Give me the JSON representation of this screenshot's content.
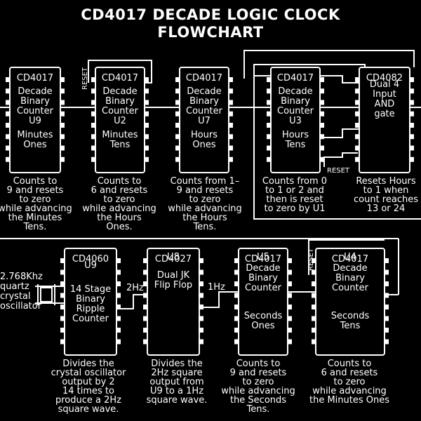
{
  "title": {
    "line1": "CD4017 DECADE LOGIC CLOCK",
    "line2": "FLOWCHART"
  },
  "reset_label": "RESET",
  "freq_2hz": "2Hz",
  "freq_1hz": "1Hz",
  "oscillator_label": [
    "2.768Khz",
    "quartz",
    "crystal",
    "oscillator"
  ],
  "chips": [
    {
      "id": "u9-minutes-ones",
      "part": "CD4017",
      "lines": [
        "Decade",
        "Binary",
        "Counter",
        "U9",
        "Minutes",
        "Ones"
      ],
      "caption": [
        "Counts to",
        "9 and resets",
        "to zero",
        "while advancing",
        "the Minutes",
        "Tens."
      ]
    },
    {
      "id": "u2-minutes-tens",
      "part": "CD4017",
      "lines": [
        "Decade",
        "Binary",
        "Counter",
        "U2",
        "Minutes",
        "Tens"
      ],
      "caption": [
        "Counts to",
        "6 and resets",
        "to zero",
        "while advancing",
        "the Hours",
        "Ones."
      ]
    },
    {
      "id": "u7-hours-ones",
      "part": "CD4017",
      "lines": [
        "Decade",
        "Binary",
        "Counter",
        "U7",
        "Hours",
        "Ones"
      ],
      "caption": [
        "Counts from 1–",
        "9 and resets",
        "to zero",
        "while advancing",
        "the Hours",
        "Tens."
      ]
    },
    {
      "id": "u3-hours-tens",
      "part": "CD4017",
      "lines": [
        "Decade",
        "Binary",
        "Counter",
        "U3",
        "Hours",
        "Tens"
      ],
      "caption": [
        "Counts from 0",
        "to 1 or 2 and",
        "then is reset",
        "to zero by U1"
      ]
    },
    {
      "id": "cd4082-and-gate",
      "part": "CD4082",
      "lines": [
        "Dual 4",
        "Input",
        "AND",
        "gate"
      ],
      "caption": [
        "Resets Hours",
        "to 1 when",
        "count reaches",
        "13 or 24"
      ]
    },
    {
      "id": "cd4060-ripple-counter",
      "part": "CD4060",
      "lines": [
        "U9",
        "14 Stage",
        "Binary",
        "Ripple",
        "Counter"
      ],
      "caption": [
        "Divides the",
        "crystal oscillator",
        "output by 2",
        "14 times to",
        "produce a 2Hz",
        "square wave."
      ]
    },
    {
      "id": "cd4027-flip-flop",
      "part": "CD4027",
      "lines": [
        "U8",
        "Dual JK",
        "Flip Flop"
      ],
      "caption": [
        "Divides the",
        "2Hz square",
        "output from",
        "U9 to a 1Hz",
        "square wave."
      ]
    },
    {
      "id": "u5-seconds-ones",
      "part": "CD4017",
      "lines": [
        "U5",
        "Decade",
        "Binary",
        "Counter",
        "Seconds",
        "Ones"
      ],
      "caption": [
        "Counts to",
        "9 and resets",
        "to zero",
        "while advancing",
        "the Seconds",
        "Tens."
      ]
    },
    {
      "id": "u4-seconds-tens",
      "part": "CD4017",
      "lines": [
        "U4",
        "Decade",
        "Binary",
        "Counter",
        "Seconds",
        "Tens"
      ],
      "caption": [
        "Counts to",
        "6 and resets",
        "to zero",
        "while advancing",
        "the Minutes Ones"
      ]
    }
  ]
}
